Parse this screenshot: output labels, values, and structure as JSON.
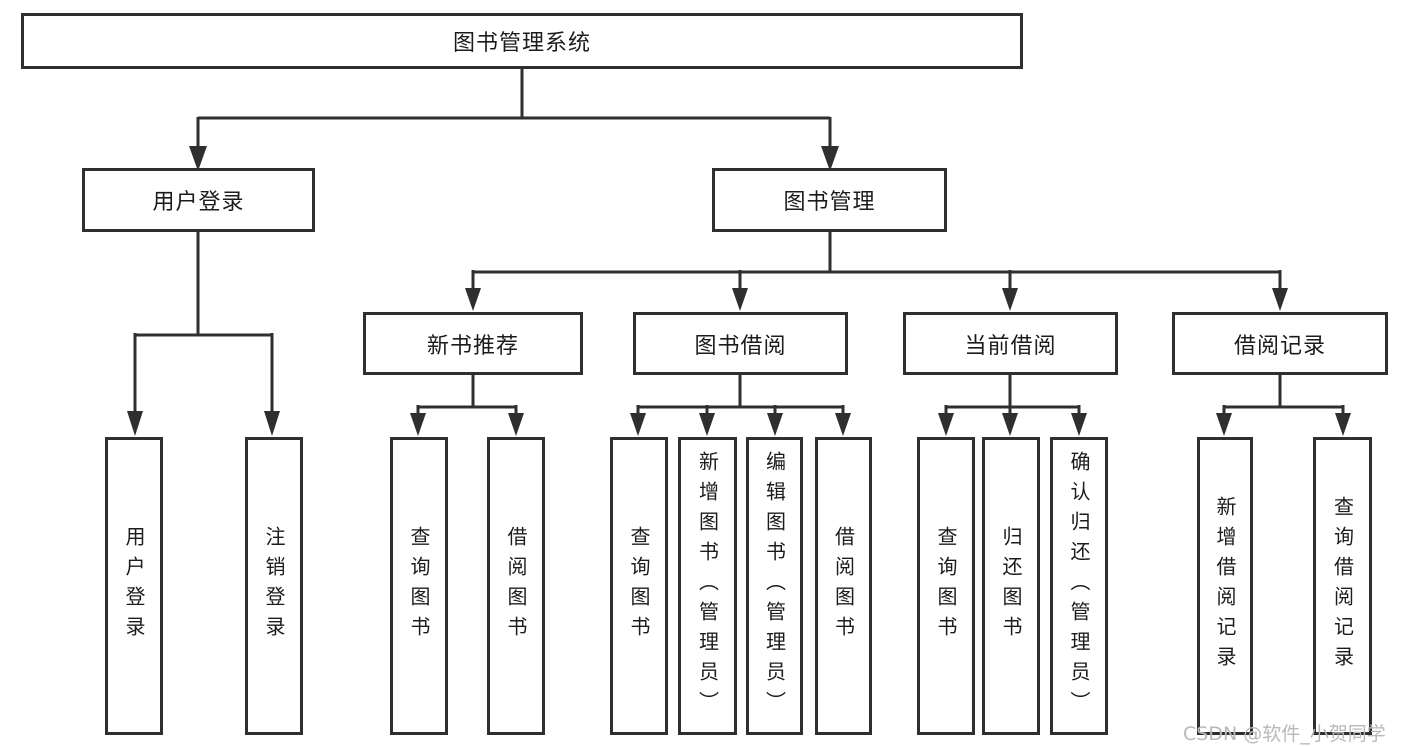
{
  "diagram": {
    "title": "图书管理系统",
    "user_login": {
      "label": "用户登录",
      "children": [
        {
          "label": "用户登录"
        },
        {
          "label": "注销登录"
        }
      ]
    },
    "book_management": {
      "label": "图书管理",
      "groups": [
        {
          "label": "新书推荐",
          "children": [
            {
              "label": "查询图书"
            },
            {
              "label": "借阅图书"
            }
          ]
        },
        {
          "label": "图书借阅",
          "children": [
            {
              "label": "查询图书"
            },
            {
              "label": "新增图书（管理员）"
            },
            {
              "label": "编辑图书（管理员）"
            },
            {
              "label": "借阅图书"
            }
          ]
        },
        {
          "label": "当前借阅",
          "children": [
            {
              "label": "查询图书"
            },
            {
              "label": "归还图书"
            },
            {
              "label": "确认归还（管理员）"
            }
          ]
        },
        {
          "label": "借阅记录",
          "children": [
            {
              "label": "新增借阅记录"
            },
            {
              "label": "查询借阅记录"
            }
          ]
        }
      ]
    }
  },
  "watermark": {
    "text": "CSDN @软件_小贺同学"
  },
  "colors": {
    "line": "#2f2f2f",
    "text": "#1c1c1c",
    "watermark": "#b9b9b9",
    "background": "#ffffff"
  }
}
